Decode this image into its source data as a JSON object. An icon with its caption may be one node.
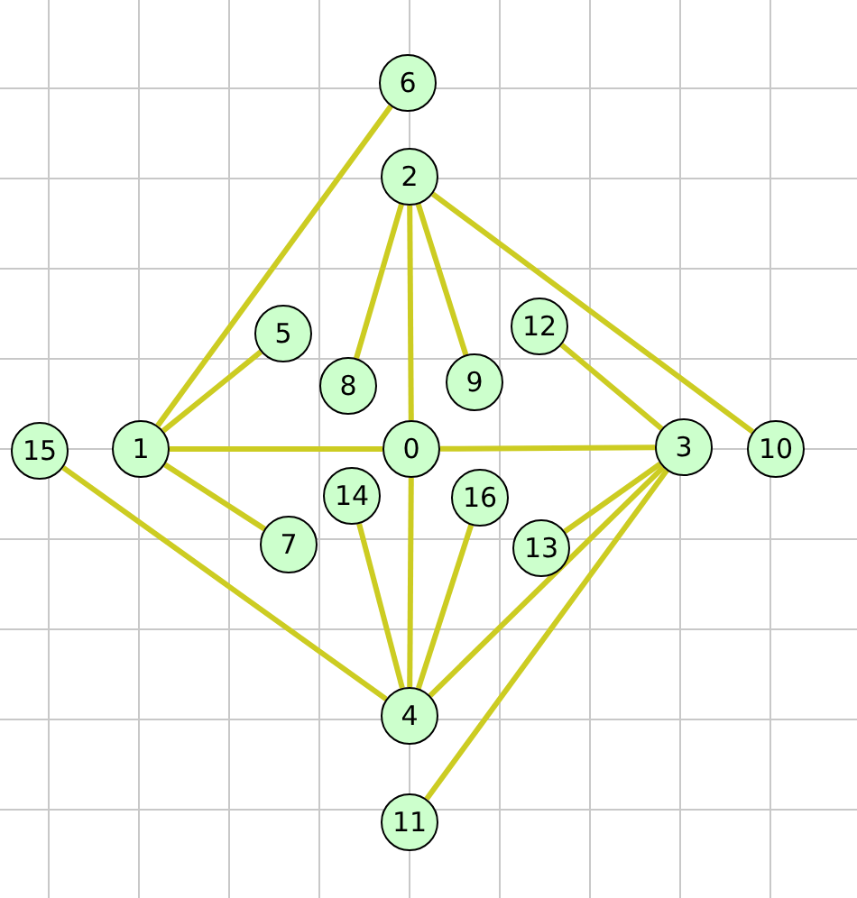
{
  "diagram": {
    "nodes": [
      {
        "text": [
          "0"
        ]
      },
      {
        "text": [
          "1"
        ]
      },
      {
        "text": [
          "2"
        ]
      },
      {
        "text": [
          "3"
        ]
      },
      {
        "text": [
          "4"
        ]
      },
      {
        "text": [
          "5"
        ]
      },
      {
        "text": [
          "6"
        ]
      },
      {
        "text": [
          "7"
        ]
      },
      {
        "text": [
          "8"
        ]
      },
      {
        "text": [
          "9"
        ]
      },
      {
        "text": [
          "10"
        ]
      },
      {
        "text": [
          "11"
        ]
      },
      {
        "text": [
          "12"
        ]
      },
      {
        "text": [
          "13"
        ]
      },
      {
        "text": [
          "14"
        ]
      },
      {
        "text": [
          "15"
        ]
      },
      {
        "text": [
          "16"
        ]
      }
    ],
    "edges": [
      {
        "from": 1,
        "to": 6,
        "arrow": "none"
      },
      {
        "from": 1,
        "to": 5,
        "arrow": "none"
      },
      {
        "from": 1,
        "to": 0,
        "arrow": "none"
      },
      {
        "from": 1,
        "to": 7,
        "arrow": "none"
      },
      {
        "from": 15,
        "to": 4,
        "arrow": "none"
      },
      {
        "from": 2,
        "to": 8,
        "arrow": "none"
      },
      {
        "from": 2,
        "to": 0,
        "arrow": "none"
      },
      {
        "from": 2,
        "to": 9,
        "arrow": "none"
      },
      {
        "from": 2,
        "to": 10,
        "arrow": "none"
      },
      {
        "from": 0,
        "to": 3,
        "arrow": "none"
      },
      {
        "from": 0,
        "to": 4,
        "arrow": "none"
      },
      {
        "from": 12,
        "to": 3,
        "arrow": "none"
      },
      {
        "from": 3,
        "to": 13,
        "arrow": "none"
      },
      {
        "from": 3,
        "to": 4,
        "arrow": "none"
      },
      {
        "from": 3,
        "to": 11,
        "arrow": "none"
      },
      {
        "from": 14,
        "to": 4,
        "arrow": "none"
      },
      {
        "from": 16,
        "to": 4,
        "arrow": "none"
      }
    ]
  }
}
